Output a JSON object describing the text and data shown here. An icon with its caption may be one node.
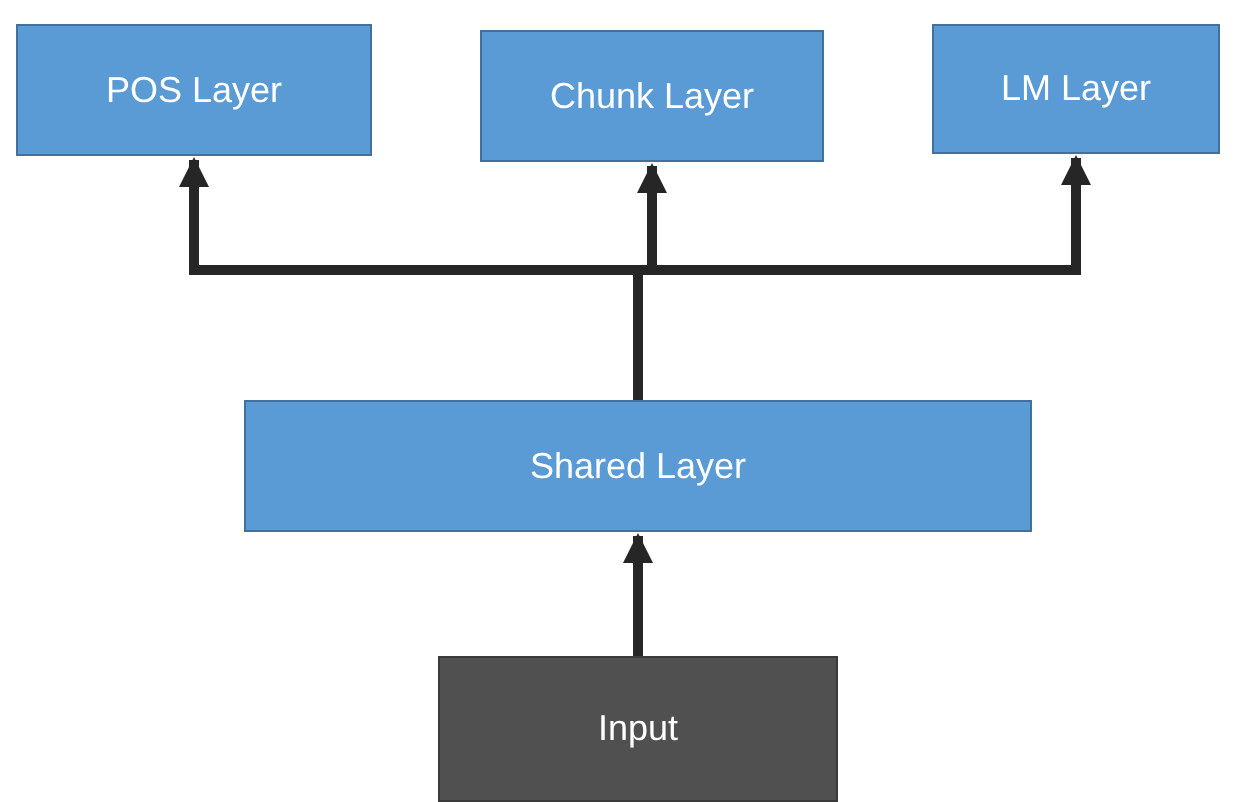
{
  "diagram": {
    "nodes": [
      {
        "text": [
          "POS Layer"
        ]
      },
      {
        "text": [
          "Chunk Layer"
        ]
      },
      {
        "text": [
          "LM Layer"
        ]
      },
      {
        "text": [
          "Shared Layer"
        ]
      },
      {
        "text": [
          "Input"
        ]
      }
    ],
    "edges": [
      {
        "from": 3,
        "to": 0,
        "arrow": "to"
      },
      {
        "from": 3,
        "to": 1,
        "arrow": "to"
      },
      {
        "from": 3,
        "to": 2,
        "arrow": "to"
      },
      {
        "from": 4,
        "to": 3,
        "arrow": "to"
      }
    ]
  }
}
